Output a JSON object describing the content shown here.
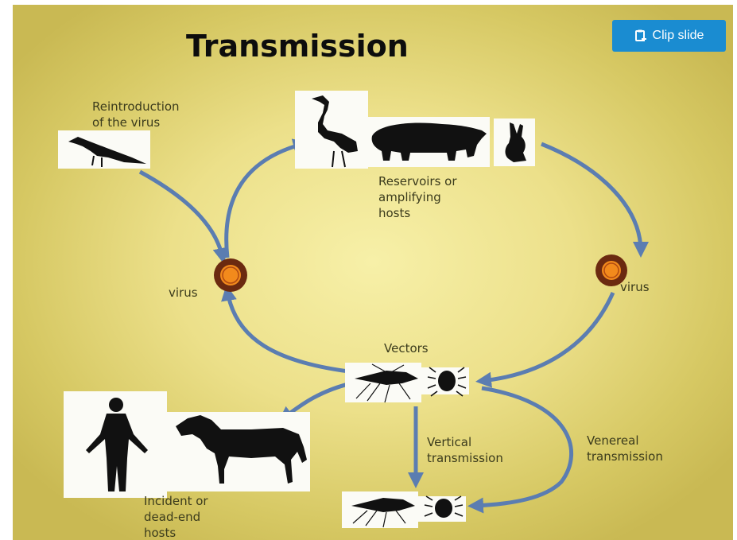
{
  "slide": {
    "title": "Transmission",
    "labels": {
      "reintroduction": [
        "Reintroduction",
        "of the virus"
      ],
      "reservoirs": [
        "Reservoirs or",
        "amplifying",
        "hosts"
      ],
      "virus_left": "virus",
      "virus_right": "virus",
      "vectors": "Vectors",
      "vertical": [
        "Vertical",
        "transmission"
      ],
      "venereal": [
        "Venereal",
        "transmission"
      ],
      "dead_end": [
        "Incident or",
        "dead-end",
        "hosts"
      ]
    }
  },
  "toolbar": {
    "clip_label": "Clip slide",
    "clip_icon": "clipboard-plus-icon"
  },
  "colors": {
    "arrow": "#5b7db1",
    "virus_outer": "#6b2a10",
    "virus_inner": "#f28a1c",
    "button": "#1a8cd1"
  }
}
